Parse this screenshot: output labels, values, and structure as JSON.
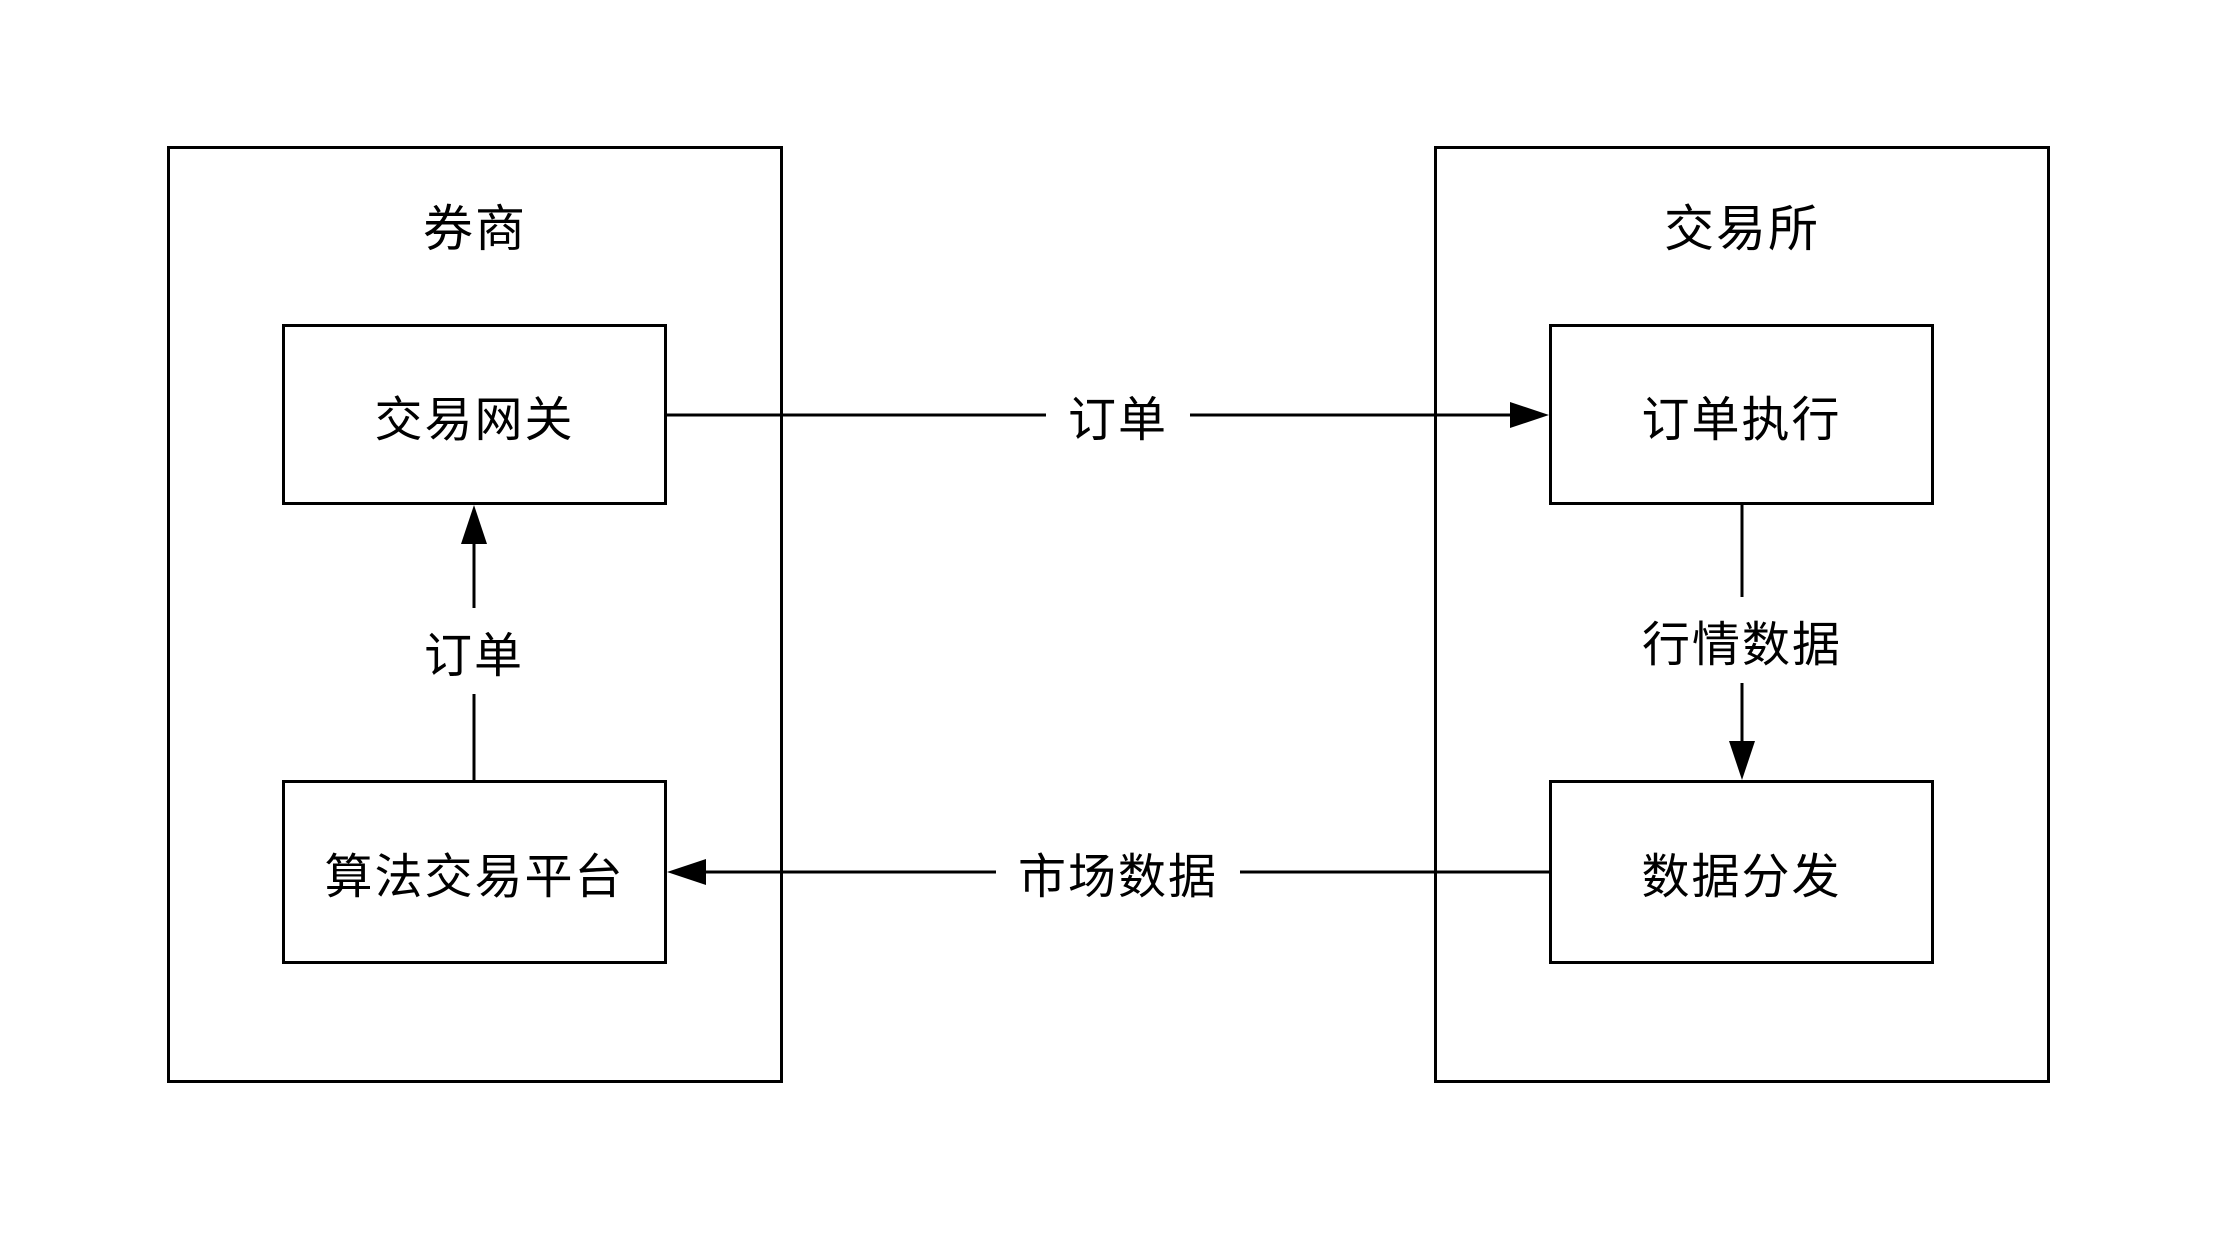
{
  "diagram": {
    "background_color": "#ffffff",
    "line_color": "#000000",
    "groups": {
      "broker": {
        "title": "券商"
      },
      "exchange": {
        "title": "交易所"
      }
    },
    "nodes": {
      "trading_gateway": {
        "label": "交易网关"
      },
      "algo_platform": {
        "label": "算法交易平台"
      },
      "order_execution": {
        "label": "订单执行"
      },
      "data_distribution": {
        "label": "数据分发"
      }
    },
    "edges": {
      "gateway_to_execution": {
        "label": "订单",
        "from": "trading_gateway",
        "to": "order_execution",
        "direction": "right"
      },
      "platform_to_gateway": {
        "label": "订单",
        "from": "algo_platform",
        "to": "trading_gateway",
        "direction": "up"
      },
      "execution_to_distribution": {
        "label": "行情数据",
        "from": "order_execution",
        "to": "data_distribution",
        "direction": "down"
      },
      "distribution_to_platform": {
        "label": "市场数据",
        "from": "data_distribution",
        "to": "algo_platform",
        "direction": "left"
      }
    }
  }
}
